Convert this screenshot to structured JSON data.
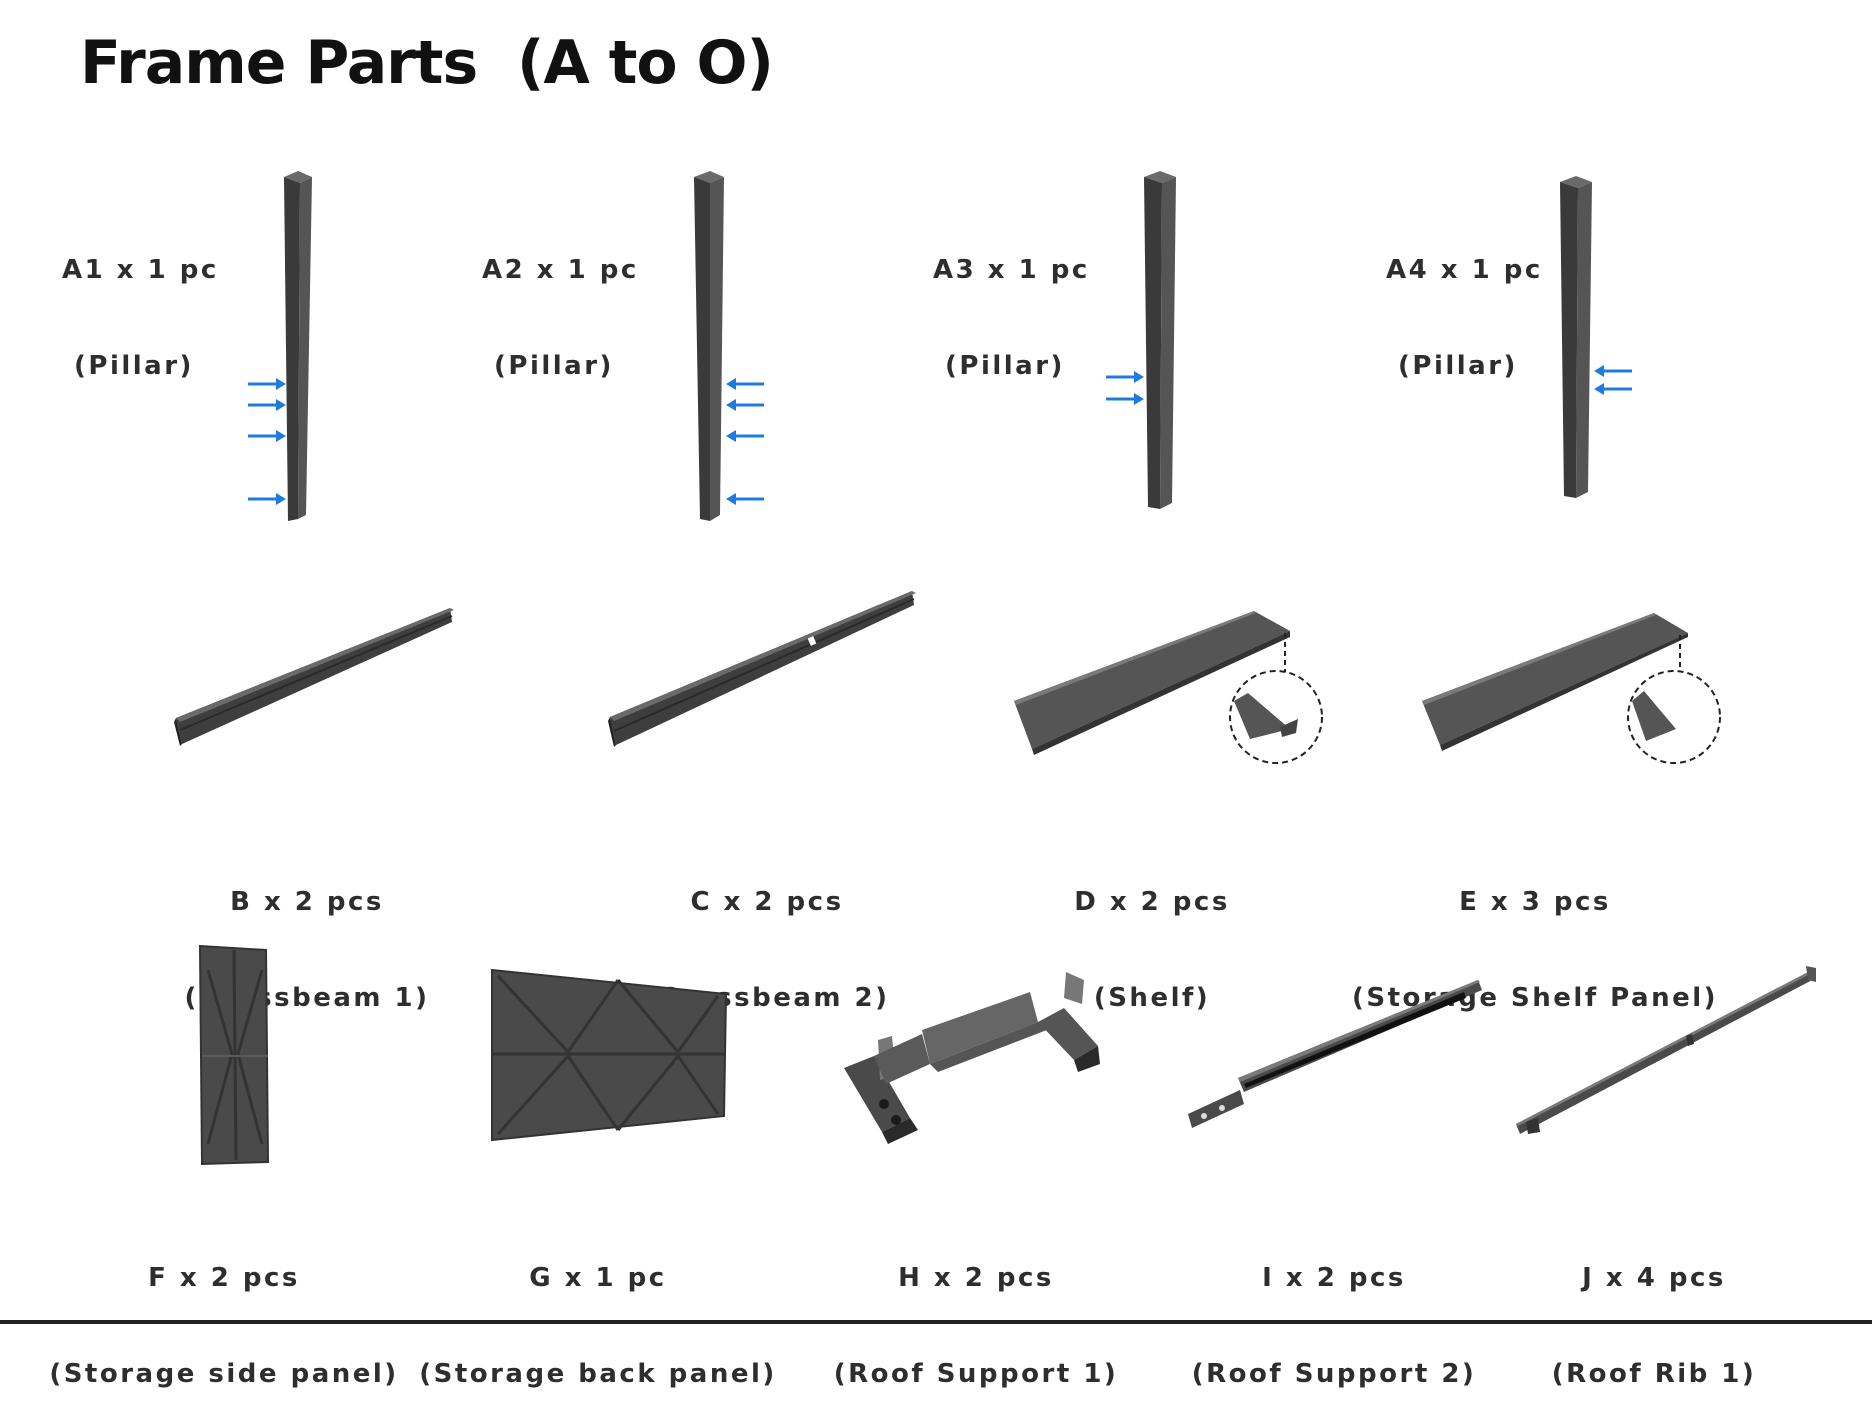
{
  "title": "Frame Parts  (A to O)",
  "colors": {
    "part": "#4a4a4a",
    "part_dark": "#333333",
    "part_light": "#6a6a6a",
    "arrow": "#1e7be0"
  },
  "parts": [
    {
      "id": "A1",
      "qty": "A1 x 1 pc",
      "name": "(Pillar)",
      "icon": "pillar",
      "arrows": 4
    },
    {
      "id": "A2",
      "qty": "A2 x 1 pc",
      "name": "(Pillar)",
      "icon": "pillar",
      "arrows": 4
    },
    {
      "id": "A3",
      "qty": "A3 x 1 pc",
      "name": "(Pillar)",
      "icon": "pillar",
      "arrows": 2
    },
    {
      "id": "A4",
      "qty": "A4 x 1 pc",
      "name": "(Pillar)",
      "icon": "pillar",
      "arrows": 2
    },
    {
      "id": "B",
      "qty": "B x 2 pcs",
      "name": "(Crossbeam 1)",
      "icon": "crossbeam"
    },
    {
      "id": "C",
      "qty": "C x 2 pcs",
      "name": "(Crossbeam 2)",
      "icon": "crossbeam"
    },
    {
      "id": "D",
      "qty": "D x 2 pcs",
      "name": "(Shelf)",
      "icon": "shelf-panel",
      "detail_icon": "magnifier-detail"
    },
    {
      "id": "E",
      "qty": "E x 3 pcs",
      "name": "(Storage Shelf Panel)",
      "icon": "shelf-panel",
      "detail_icon": "magnifier-detail"
    },
    {
      "id": "F",
      "qty": "F x 2 pcs",
      "name": "(Storage side panel)",
      "icon": "side-panel"
    },
    {
      "id": "G",
      "qty": "G x 1 pc",
      "name": "(Storage back panel)",
      "icon": "back-panel"
    },
    {
      "id": "H",
      "qty": "H x 2 pcs",
      "name": "(Roof Support 1)",
      "icon": "roof-support"
    },
    {
      "id": "I",
      "qty": "I x 2 pcs",
      "name": "(Roof Support 2)",
      "icon": "roof-support-rail"
    },
    {
      "id": "J",
      "qty": "J x 4 pcs",
      "name": "(Roof Rib 1)",
      "icon": "roof-rib"
    }
  ]
}
